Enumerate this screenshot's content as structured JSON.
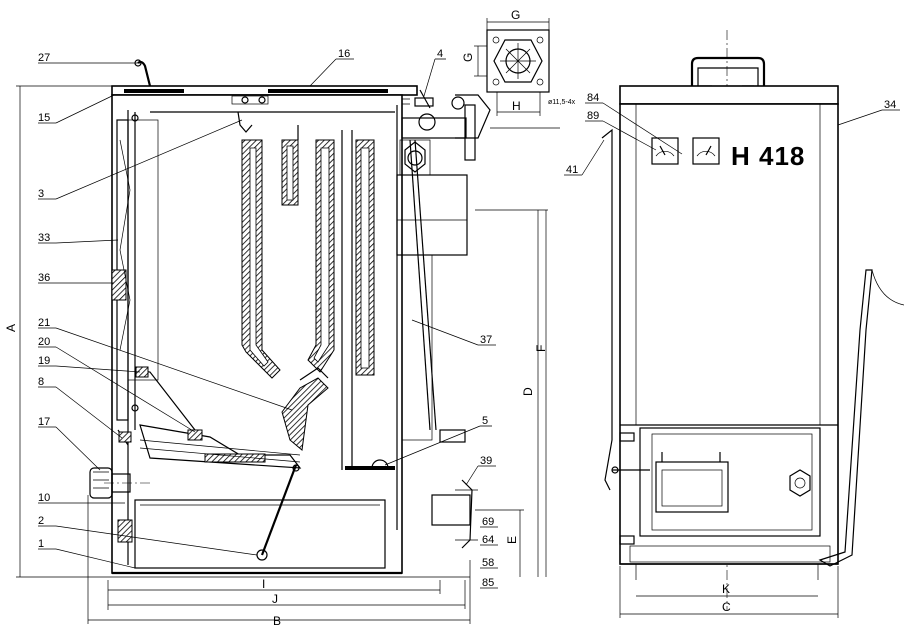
{
  "callouts_left": [
    "27",
    "15",
    "3",
    "33",
    "36",
    "21",
    "20",
    "19",
    "8",
    "17",
    "10",
    "2",
    "1"
  ],
  "callouts_right_top": [
    "16",
    "4"
  ],
  "callouts_right": [
    "37",
    "5",
    "39",
    "69",
    "64",
    "58",
    "85"
  ],
  "callouts_front": [
    "84",
    "89",
    "41",
    "34"
  ],
  "dimensions": {
    "A": "A",
    "B": "B",
    "D": "D",
    "E": "E",
    "F": "F",
    "G": "G",
    "H": "H",
    "I": "I",
    "J": "J",
    "K": "K",
    "C": "C"
  },
  "flange_note": "ø11,5-4x",
  "brand_label": "H 418"
}
